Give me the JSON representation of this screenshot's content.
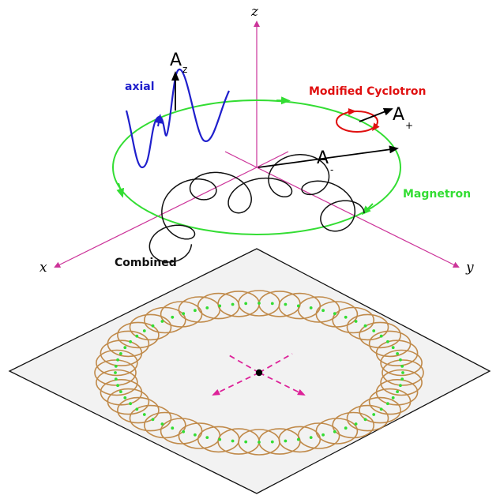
{
  "labels": {
    "axis_z": "z",
    "axis_x": "x",
    "axis_y": "y",
    "axial": "axial",
    "modified_cyclotron": "Modified Cyclotron",
    "magnetron": "Magnetron",
    "combined": "Combined",
    "amp_z": "A",
    "amp_z_sub": "z",
    "amp_plus": "A",
    "amp_plus_sub": "+",
    "amp_minus": "A",
    "amp_minus_sub": "-"
  },
  "colors": {
    "axis": "#cc3399",
    "axial": "#1f1fcc",
    "cyclotron": "#e01010",
    "magnetron": "#33dd33",
    "combined": "#111111",
    "projection": "#c08a4a",
    "plane_fill": "#f2f2f2",
    "plane_stroke": "#111111",
    "projection_axes": "#dd2299",
    "vector": "#000000",
    "center_dot": "#000000"
  }
}
